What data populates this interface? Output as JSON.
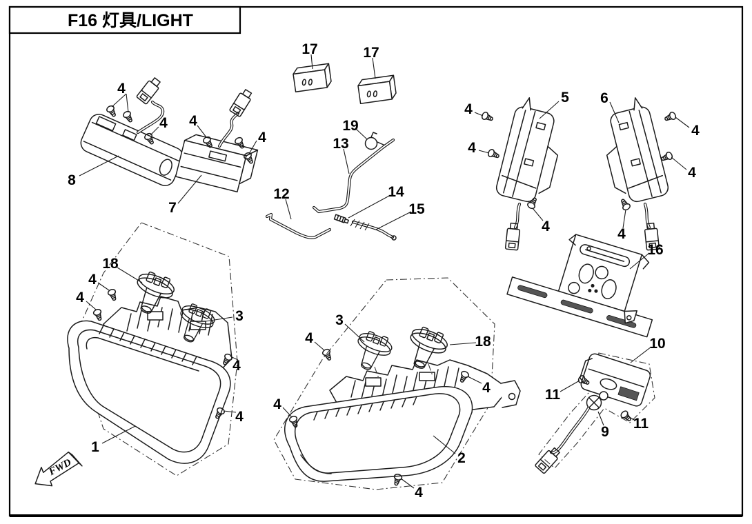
{
  "page": {
    "title": "F16 灯具/LIGHT"
  },
  "fwd": {
    "label": "FWD"
  },
  "callouts": [
    {
      "label": "4"
    },
    {
      "label": "4"
    },
    {
      "label": "8"
    },
    {
      "label": "4"
    },
    {
      "label": "4"
    },
    {
      "label": "7"
    },
    {
      "label": "17"
    },
    {
      "label": "17"
    },
    {
      "label": "19"
    },
    {
      "label": "13"
    },
    {
      "label": "12"
    },
    {
      "label": "14"
    },
    {
      "label": "15"
    },
    {
      "label": "5"
    },
    {
      "label": "4"
    },
    {
      "label": "4"
    },
    {
      "label": "4"
    },
    {
      "label": "6"
    },
    {
      "label": "4"
    },
    {
      "label": "4"
    },
    {
      "label": "4"
    },
    {
      "label": "16"
    },
    {
      "label": "10"
    },
    {
      "label": "11"
    },
    {
      "label": "9"
    },
    {
      "label": "11"
    },
    {
      "label": "18"
    },
    {
      "label": "4"
    },
    {
      "label": "4"
    },
    {
      "label": "3"
    },
    {
      "label": "4"
    },
    {
      "label": "1"
    },
    {
      "label": "4"
    },
    {
      "label": "3"
    },
    {
      "label": "4"
    },
    {
      "label": "18"
    },
    {
      "label": "4"
    },
    {
      "label": "4"
    },
    {
      "label": "2"
    },
    {
      "label": "4"
    }
  ]
}
